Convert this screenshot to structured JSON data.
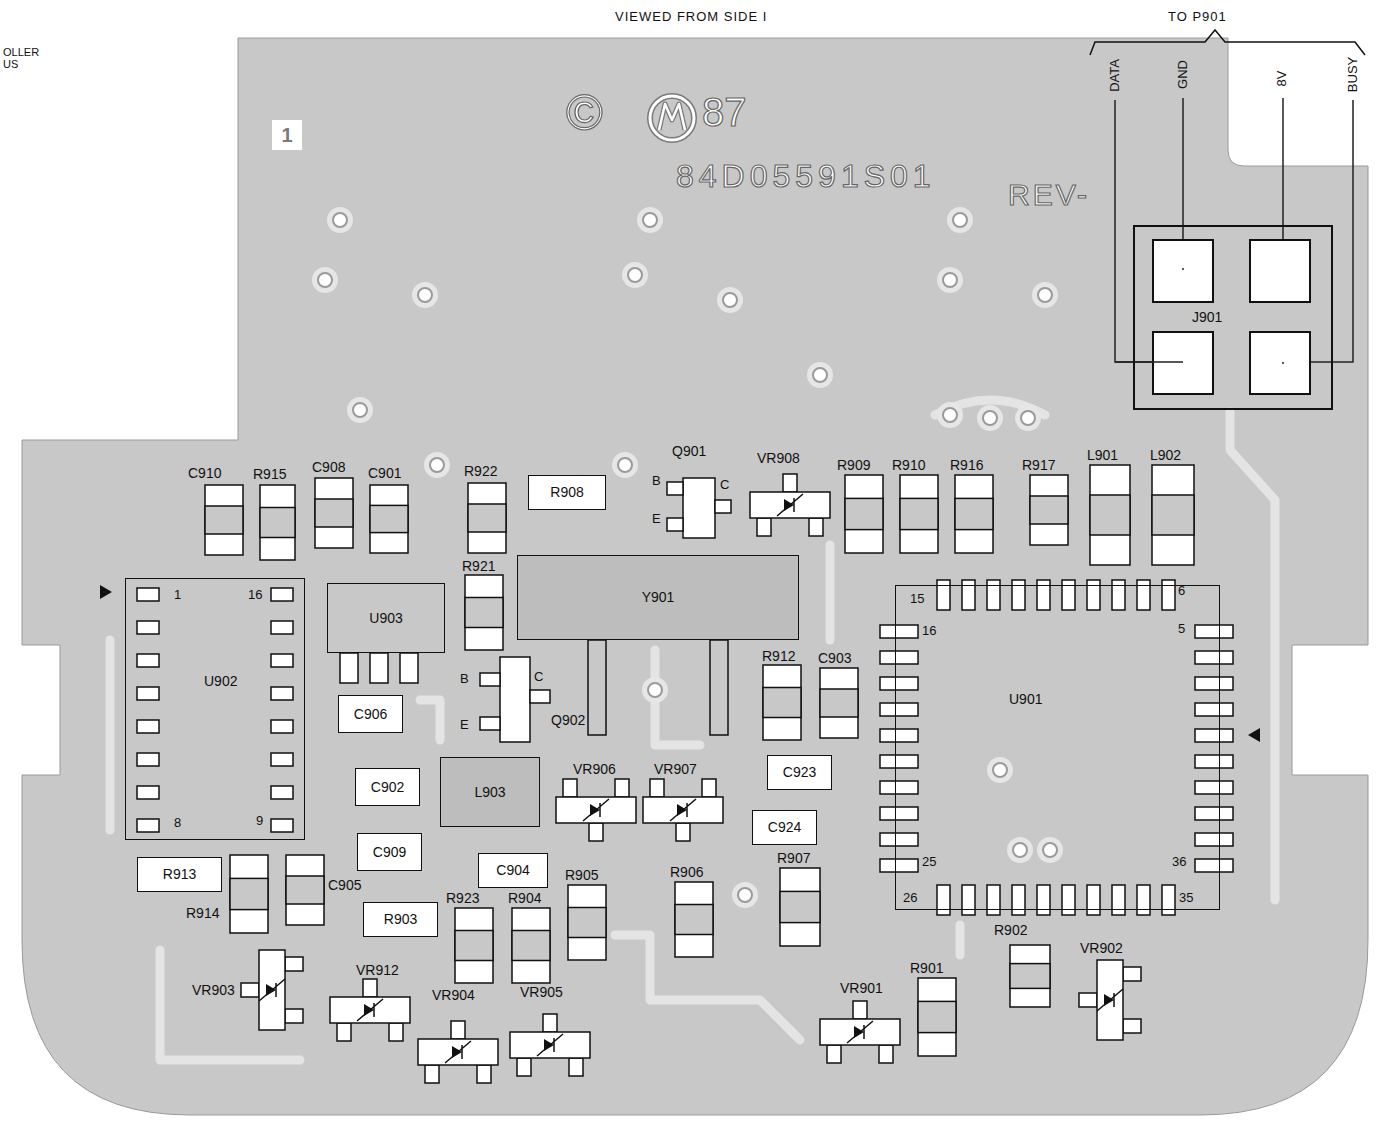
{
  "diagram": {
    "title": "VIEWED FROM SIDE I",
    "nodes": [
      {
        "text": [
          "1"
        ]
      },
      {
        "text": [
          "J901"
        ]
      },
      {
        "text": [
          "R908"
        ]
      },
      {
        "text": [
          "Y901"
        ]
      },
      {
        "text": [
          "U902"
        ]
      },
      {
        "text": [
          "U903"
        ]
      },
      {
        "text": [
          "C906"
        ]
      },
      {
        "text": [
          "U901"
        ]
      },
      {
        "text": [
          "C923"
        ]
      },
      {
        "text": [
          "C902"
        ]
      },
      {
        "text": [
          "L903"
        ]
      },
      {
        "text": [
          "C924"
        ]
      },
      {
        "text": [
          "C909"
        ]
      },
      {
        "text": [
          "C904"
        ]
      },
      {
        "text": [
          "R913"
        ]
      },
      {
        "text": [
          "R903"
        ]
      }
    ],
    "labels": [
      "OLLER",
      "US",
      "TO P901",
      "DATA",
      "GND",
      "8V",
      "BUSY",
      "©",
      "87",
      "84D05591S01",
      "REV-",
      "C910",
      "R915",
      "C908",
      "C901",
      "R922",
      "Q901",
      "B",
      "C",
      "E",
      "VR908",
      "R909",
      "R910",
      "R916",
      "R917",
      "L901",
      "L902",
      "1",
      "16",
      "15",
      "6",
      "R921",
      "16",
      "5",
      "B",
      "C",
      "E",
      "Q902",
      "8",
      "9",
      "R912",
      "C903",
      "VR906",
      "VR907",
      "25",
      "36",
      "R907",
      "R914",
      "C905",
      "R923",
      "R904",
      "R905",
      "R906",
      "26",
      "35",
      "R902",
      "VR902",
      "R901",
      "VR901",
      "VR903",
      "VR912",
      "VR904",
      "VR905"
    ]
  }
}
